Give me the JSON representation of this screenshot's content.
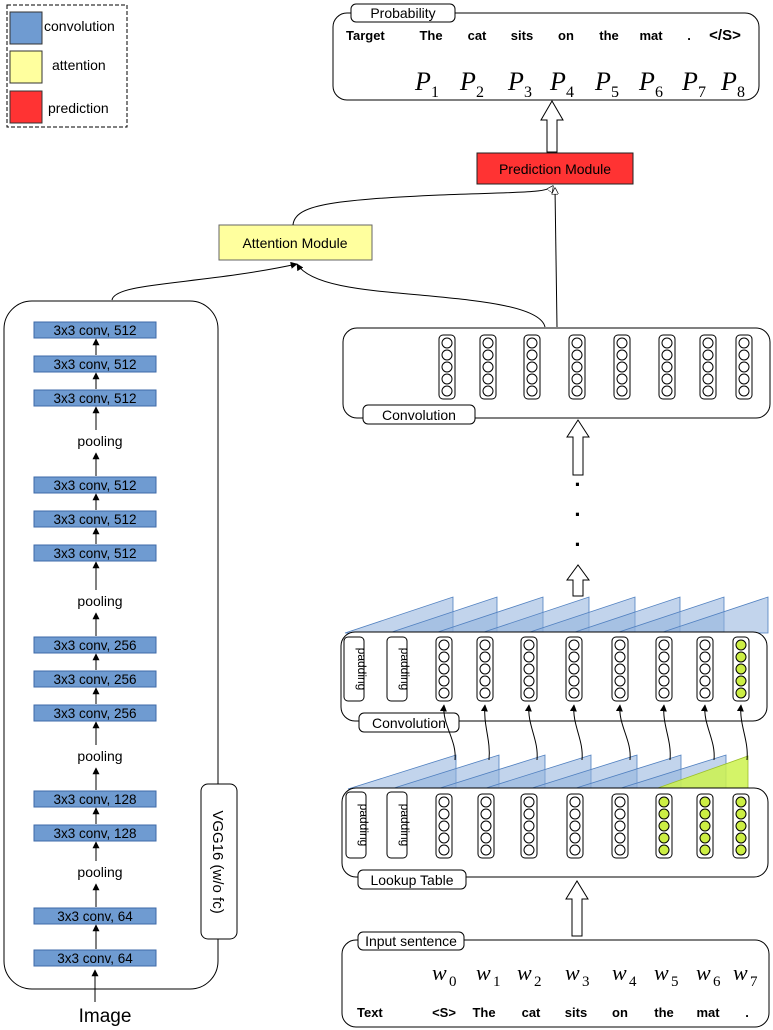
{
  "legend": {
    "items": [
      {
        "label": "convolution",
        "color": "#6f9bd1"
      },
      {
        "label": "attention",
        "color": "#ffff9e"
      },
      {
        "label": "prediction",
        "color": "#ff3333"
      }
    ]
  },
  "colors": {
    "conv_block": "#6f9bd1",
    "attention": "#ffff9e",
    "prediction": "#ff3333",
    "highlight_neuron": "#ccee44",
    "triangle_blue": "#8fb0dc",
    "triangle_green": "#ccf24d"
  },
  "probability_box": {
    "tab_label": "Probability",
    "row_label": "Target",
    "target_tokens": [
      "The",
      "cat",
      "sits",
      "on",
      "the",
      "mat",
      ".",
      "</S>"
    ],
    "prob_symbol": "P",
    "prob_subscripts": [
      "1",
      "2",
      "3",
      "4",
      "5",
      "6",
      "7",
      "8"
    ]
  },
  "prediction_module": {
    "label": "Prediction Module"
  },
  "attention_module": {
    "label": "Attention Module"
  },
  "vgg": {
    "side_label": "VGG16 (w/o fc)",
    "input_label": "Image",
    "layers_top_to_bottom": [
      "3x3 conv, 512",
      "3x3 conv, 512",
      "3x3 conv, 512",
      "pooling",
      "3x3 conv, 512",
      "3x3 conv, 512",
      "3x3 conv, 512",
      "pooling",
      "3x3 conv, 256",
      "3x3 conv, 256",
      "3x3 conv, 256",
      "pooling",
      "3x3 conv, 128",
      "3x3 conv, 128",
      "pooling",
      "3x3 conv, 64",
      "3x3 conv, 64"
    ]
  },
  "top_conv": {
    "tab_label": "Convolution",
    "columns": 8
  },
  "ellipsis": "·",
  "mid_conv": {
    "tab_label": "Convolution",
    "padding_label": "padding",
    "columns": 8
  },
  "lookup_table": {
    "tab_label": "Lookup Table",
    "padding_label": "padding",
    "columns": 8
  },
  "input_sentence": {
    "tab_label": "Input sentence",
    "row_label": "Text",
    "word_symbol": "w",
    "word_subscripts": [
      "0",
      "1",
      "2",
      "3",
      "4",
      "5",
      "6",
      "7"
    ],
    "tokens": [
      "<S>",
      "The",
      "cat",
      "sits",
      "on",
      "the",
      "mat",
      "."
    ]
  }
}
